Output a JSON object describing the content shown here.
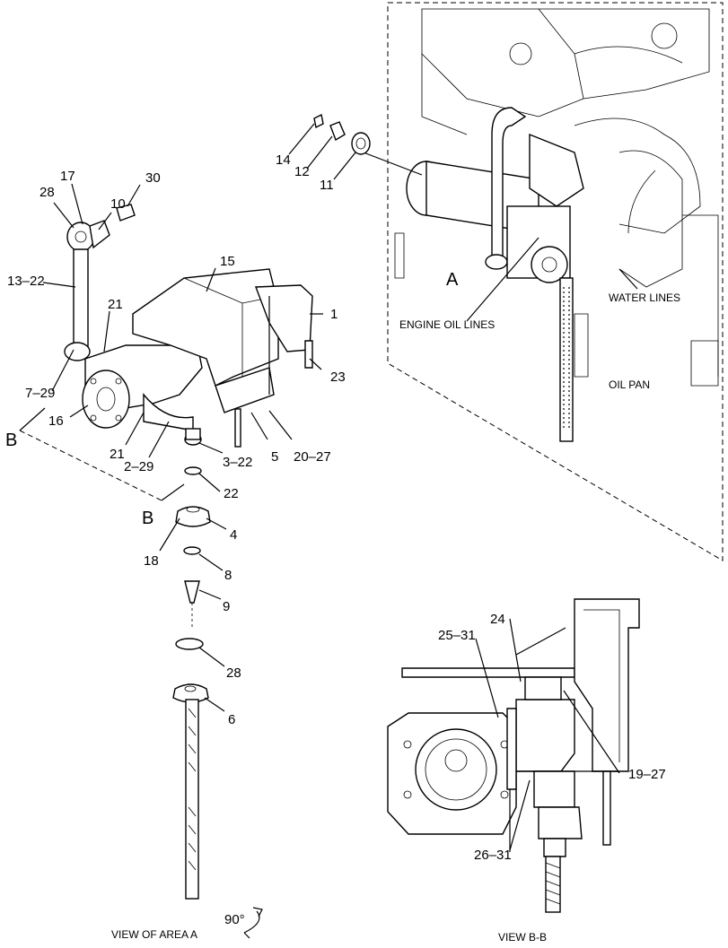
{
  "labels": {
    "p14": "14",
    "p12": "12",
    "p11": "11",
    "p28a": "28",
    "p17": "17",
    "p10": "10",
    "p30": "30",
    "p13_22": "13–22",
    "p15": "15",
    "p21a": "21",
    "p1": "1",
    "p7_29": "7–29",
    "p16": "16",
    "p23": "23",
    "B1": "B",
    "p21b": "21",
    "p2_29": "2–29",
    "p3_22": "3–22",
    "p5": "5",
    "p20_27": "20–27",
    "p22": "22",
    "B2": "B",
    "p4": "4",
    "p18": "18",
    "p8": "8",
    "p9": "9",
    "p28b": "28",
    "p6": "6",
    "A": "A",
    "engine_oil_lines": "ENGINE OIL LINES",
    "water_lines": "WATER LINES",
    "oil_pan": "OIL PAN",
    "p25_31": "25–31",
    "p24": "24",
    "p19_27": "19–27",
    "p26_31": "26–31"
  },
  "captions": {
    "view_area_a": "VIEW OF AREA  A",
    "rotation": "90°",
    "view_bb": "VIEW B-B"
  },
  "icons": {
    "rotate": "rotate-arrow-icon"
  }
}
